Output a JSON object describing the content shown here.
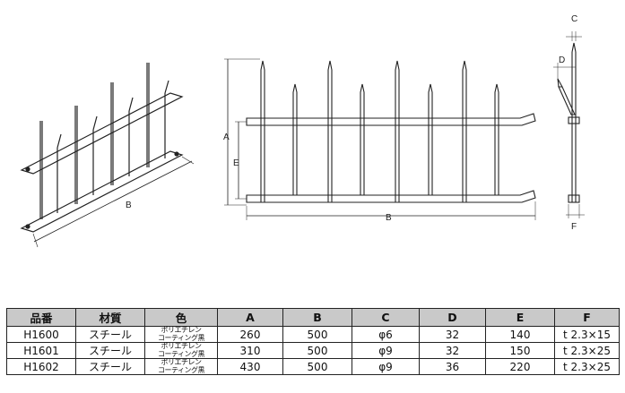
{
  "diagram": {
    "labels": {
      "A": "A",
      "B": "B",
      "C": "C",
      "D": "D",
      "E": "E",
      "F": "F"
    }
  },
  "table": {
    "headers": [
      "品番",
      "材質",
      "色",
      "A",
      "B",
      "C",
      "D",
      "E",
      "F"
    ],
    "rows": [
      {
        "part": "H1600",
        "material": "スチール",
        "color_line1": "ポリエチレン",
        "color_line2": "コーティング黒",
        "A": "260",
        "B": "500",
        "C": "φ6",
        "D": "32",
        "E": "140",
        "F": "t 2.3×15"
      },
      {
        "part": "H1601",
        "material": "スチール",
        "color_line1": "ポリエチレン",
        "color_line2": "コーティング黒",
        "A": "310",
        "B": "500",
        "C": "φ9",
        "D": "32",
        "E": "150",
        "F": "t 2.3×25"
      },
      {
        "part": "H1602",
        "material": "スチール",
        "color_line1": "ポリエチレン",
        "color_line2": "コーティング黒",
        "A": "430",
        "B": "500",
        "C": "φ9",
        "D": "36",
        "E": "220",
        "F": "t 2.3×25"
      }
    ]
  }
}
